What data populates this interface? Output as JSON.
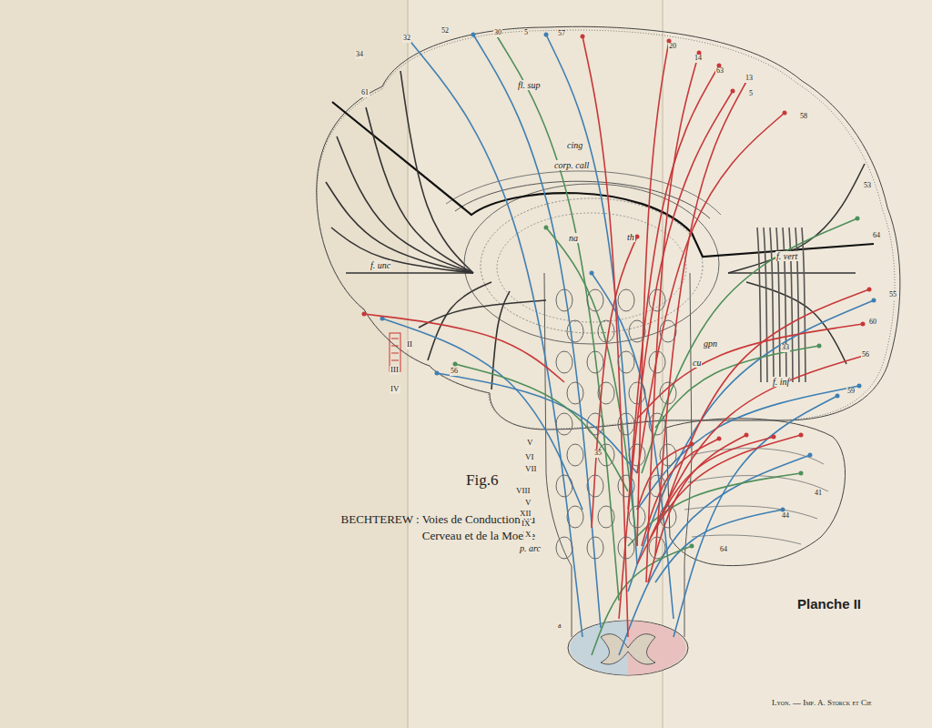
{
  "diagram": {
    "title": "Fig.6",
    "caption": "BECHTEREW : Voies de Conduction du Cerveau et de la Moelle",
    "labels": [
      "Planche II",
      "Lyon. — Imp. A. Storck et Cie",
      "fl. sup",
      "cing",
      "corp. call",
      "f. unc",
      "f. vert",
      "f. inf",
      "th",
      "na",
      "gpn",
      "cu",
      "II",
      "III",
      "IV",
      "V",
      "VI",
      "VII",
      "VIII",
      "V",
      "XII",
      "IX",
      "X",
      "p. arc",
      "34",
      "32",
      "52",
      "30",
      "5",
      "57",
      "20",
      "14",
      "63",
      "13",
      "5",
      "58",
      "61",
      "53",
      "64",
      "55",
      "60",
      "56",
      "33",
      "59",
      "41",
      "44",
      "64",
      "a",
      "56",
      "35"
    ]
  }
}
